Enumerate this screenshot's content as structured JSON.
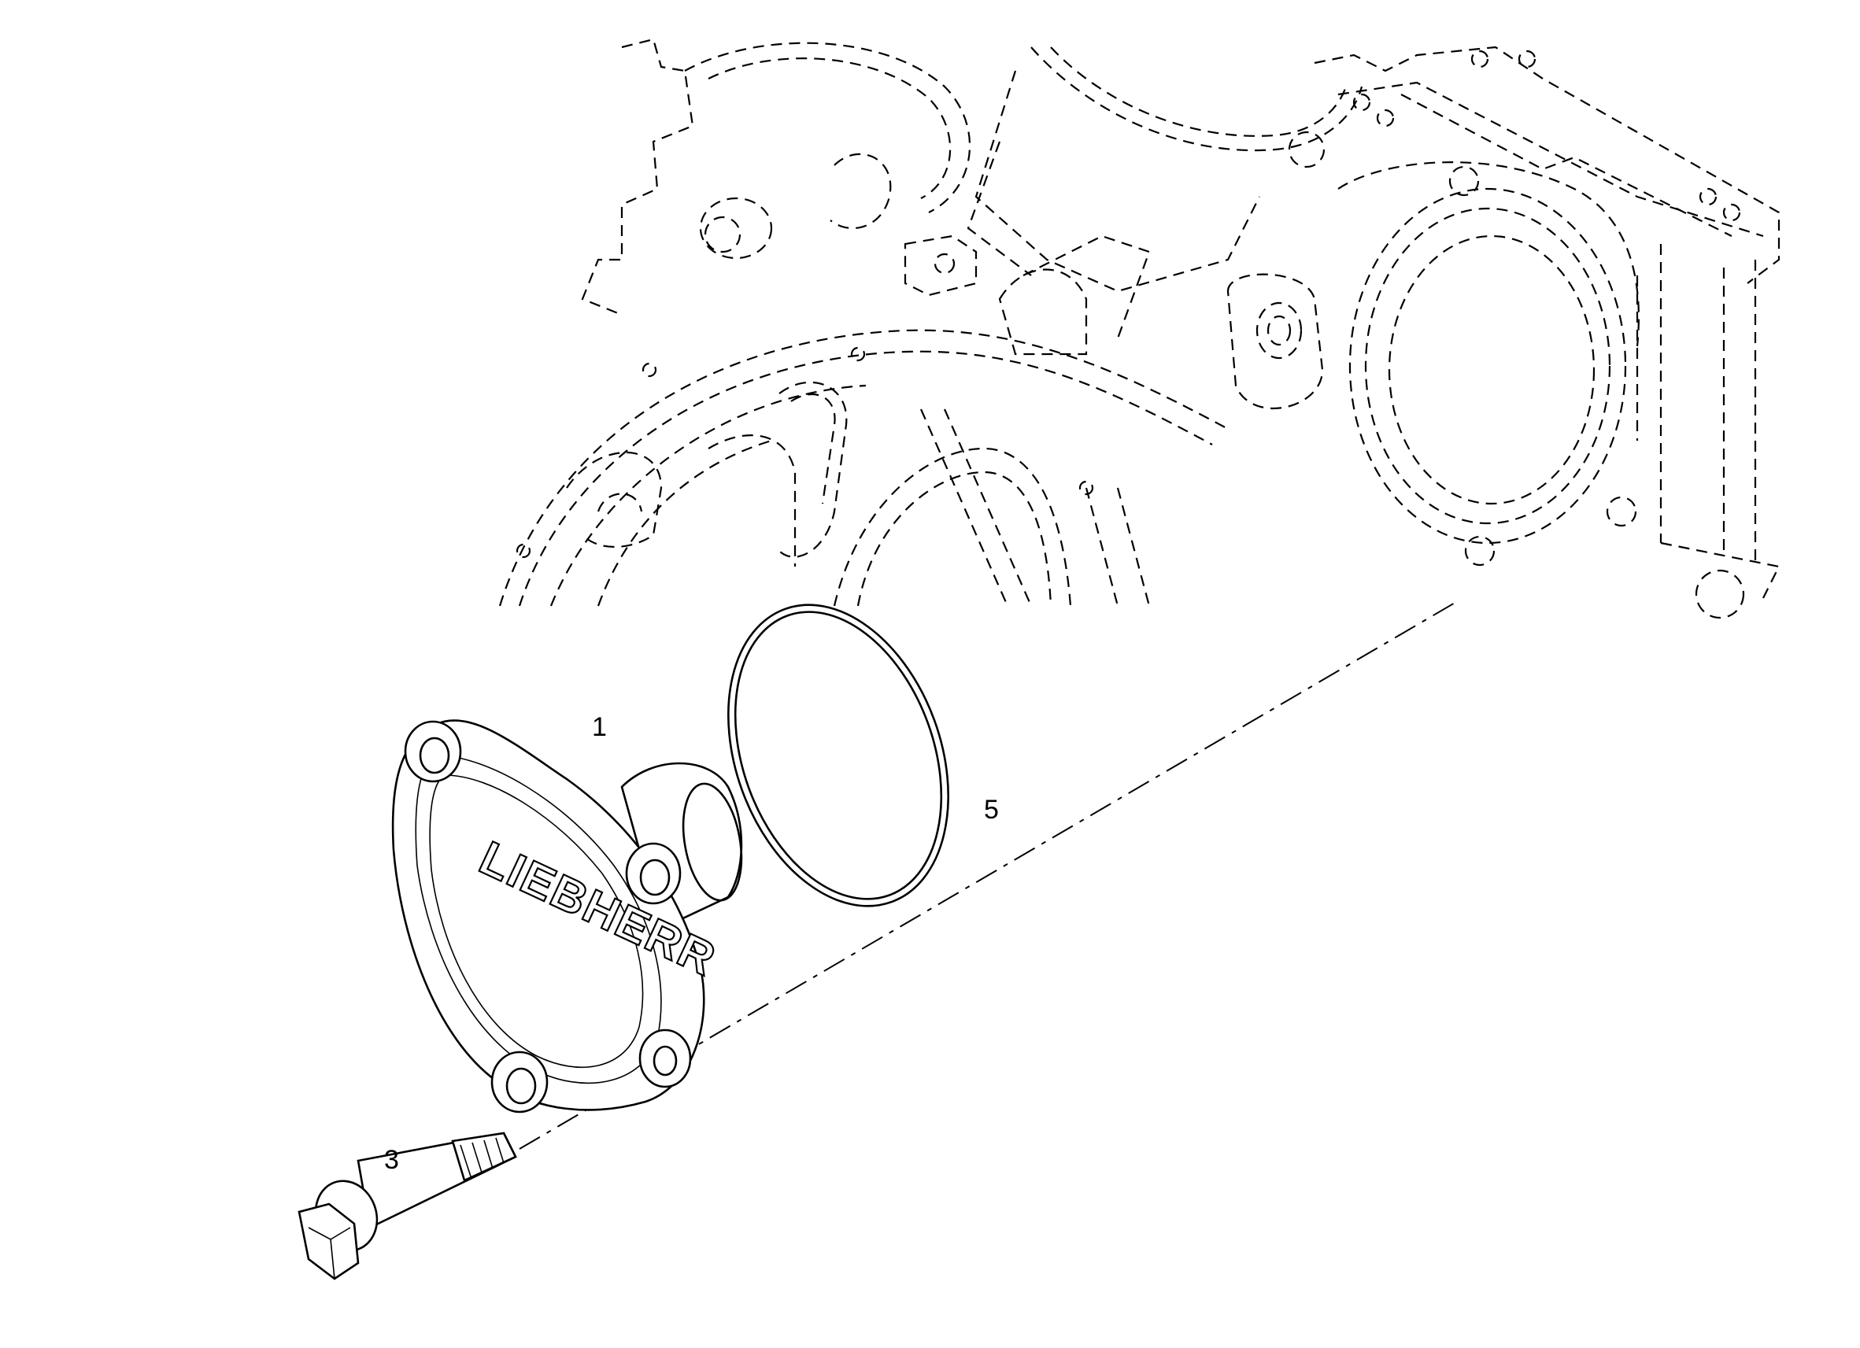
{
  "diagram": {
    "callouts": [
      {
        "id": "1",
        "text": "1"
      },
      {
        "id": "5",
        "text": "5"
      },
      {
        "id": "3",
        "text": "3"
      }
    ],
    "brand_logo_text": "LIEBHERR",
    "line_color": "#000000",
    "background_color": "#ffffff"
  }
}
